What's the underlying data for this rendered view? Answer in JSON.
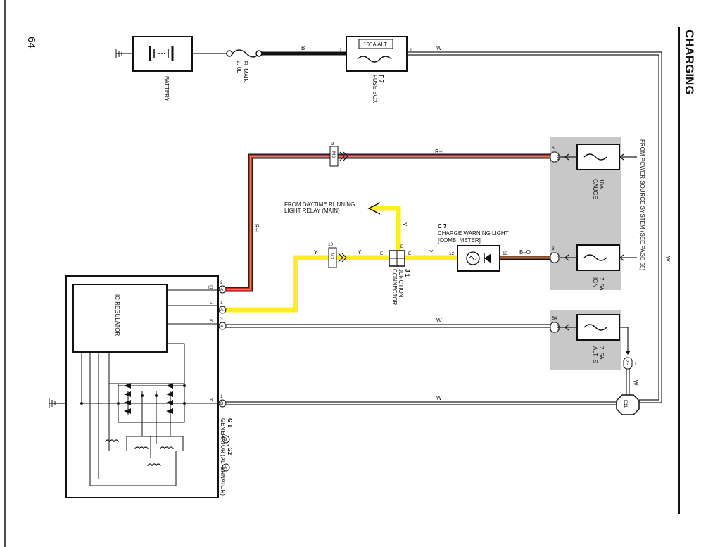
{
  "page": {
    "title": "CHARGING",
    "page_number": "64"
  },
  "colors": {
    "shade": "#c8c8c8",
    "yellow": "#ffee22",
    "red": "#d42a1e",
    "brown": "#a0623a",
    "black": "#111111",
    "wire": "#222222"
  },
  "components": {
    "battery": {
      "label": "BATTERY"
    },
    "fl_main": {
      "label1": "FL MAIN",
      "label2": "2. 0L"
    },
    "alt_fuse": {
      "rating": "100A ALT",
      "id": "F 7",
      "label": "FUSE BOX"
    },
    "gauge_fuse": {
      "rating": "10A",
      "label": "GAUGE",
      "conn": "1D",
      "pin": "6"
    },
    "ign_fuse": {
      "rating": "7. 5A",
      "label": "IGN",
      "conn": "1D",
      "pin": "3"
    },
    "alts_fuse": {
      "rating": "7. 5A",
      "label": "ALT–S",
      "conn": "2C",
      "pin": "B4"
    },
    "power_source": {
      "label": "FROM POWER SOURCE SYSTEM (SEE PAGE 58)"
    },
    "charge_light": {
      "id": "C 7",
      "line1": "CHARGE WARNING LIGHT",
      "line2": "[COMB. METER]",
      "pin_in": "13",
      "pin_out": "12"
    },
    "junction": {
      "id": "J 1",
      "line1": "JUNCTION",
      "line2": "CONNECTOR",
      "pin_e": "E"
    },
    "drl": {
      "line1": "FROM DAYTIME RUNNING",
      "line2": "LIGHT RELAY (MAIN)"
    },
    "ic_regulator": {
      "label": "IC REGULATOR"
    },
    "generator": {
      "label": "G 1",
      "sub": "GENERATOR (ALTERNATOR)",
      "mid": ", G2",
      "conn_b": "B",
      "conn_a": "A"
    },
    "ground": {
      "label": "E11"
    },
    "connector_2f": {
      "label": "2F",
      "pin": "1"
    }
  },
  "connectors": {
    "m3_top": "M3",
    "m3_mid": "M3",
    "m3_top_pin": "3",
    "m3_mid_pin": "10"
  },
  "terminals": {
    "ig": {
      "name": "IG",
      "pin": "2",
      "conn": "A"
    },
    "l": {
      "name": "L",
      "pin": "1",
      "conn": "A"
    },
    "s": {
      "name": "S",
      "pin": "3",
      "conn": "A"
    },
    "b": {
      "name": "B",
      "pin": "1",
      "conn": "B"
    }
  },
  "wires": {
    "b": "B",
    "w": "W",
    "rl": "R–L",
    "y": "Y",
    "bo": "B–O",
    "e": "E",
    "fuse_pin_2": "2",
    "fuse_pin_1": "1"
  }
}
